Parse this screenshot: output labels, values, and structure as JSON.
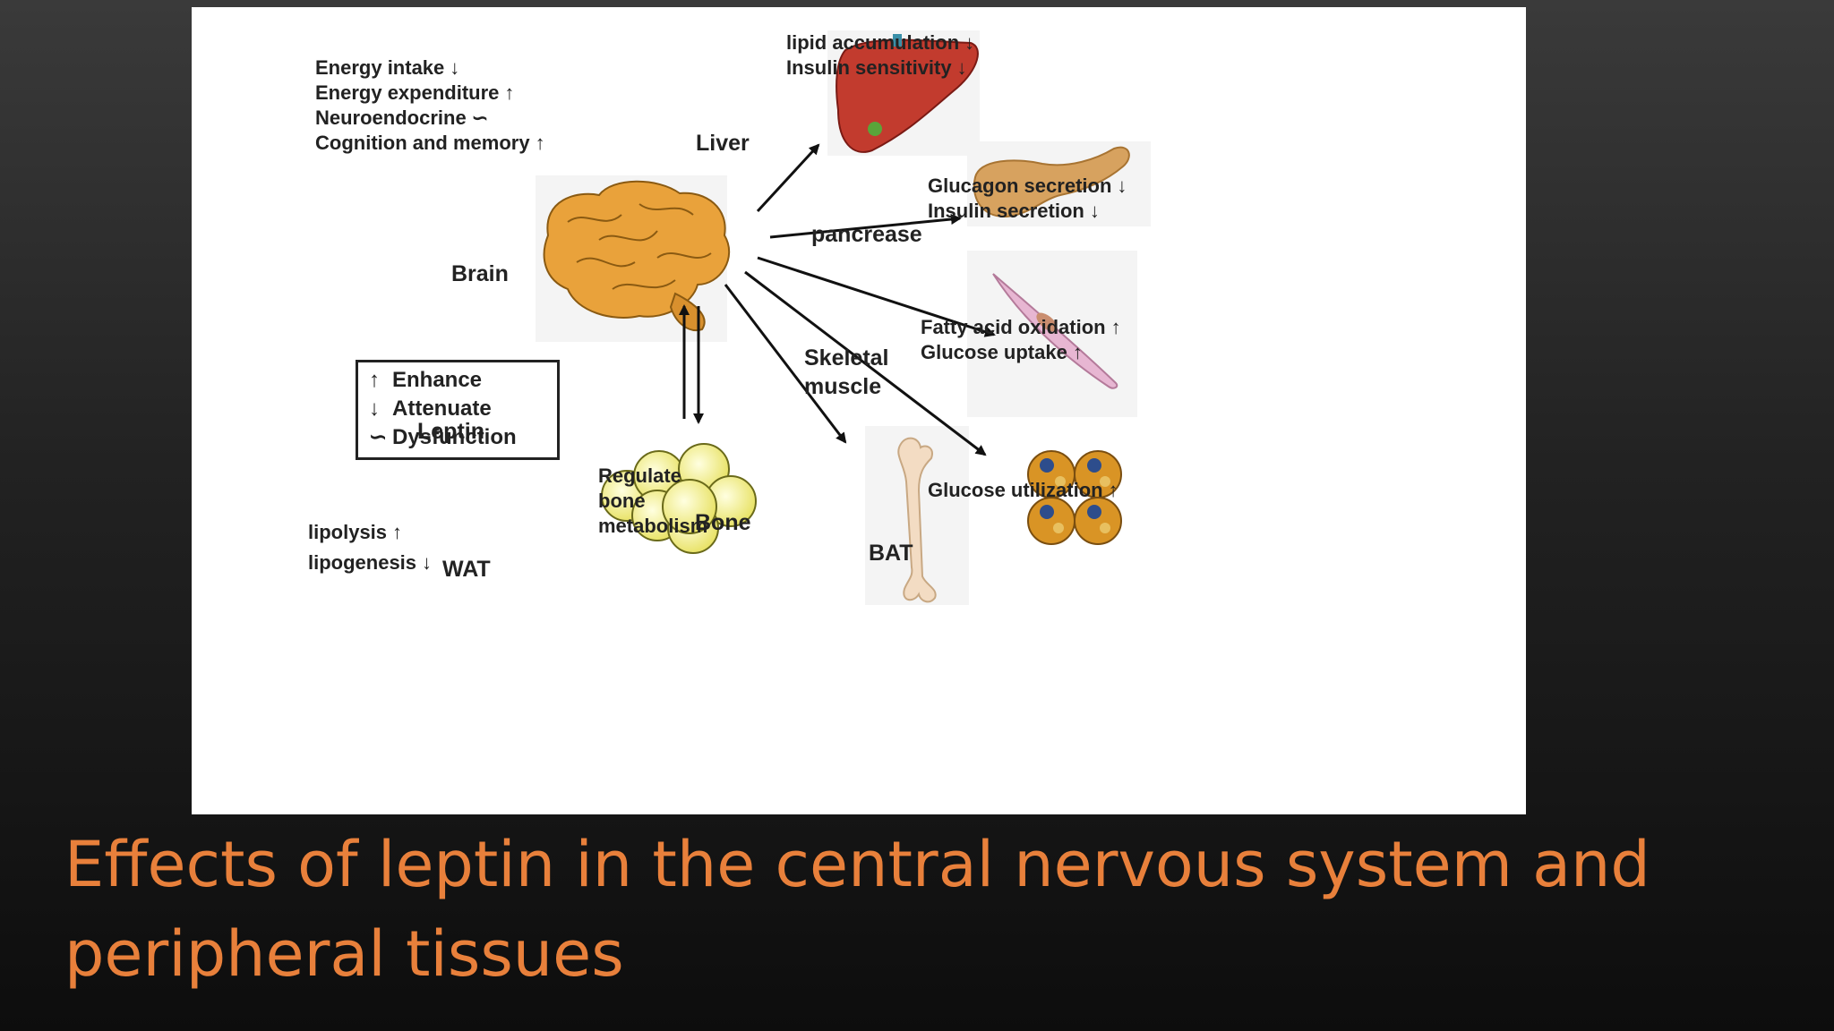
{
  "slide": {
    "title": "Effects of leptin in the central nervous system and peripheral tissues"
  },
  "diagram": {
    "brain": {
      "label": "Brain",
      "effects": [
        {
          "text": "Energy intake",
          "arrow": "↓"
        },
        {
          "text": "Energy expenditure",
          "arrow": "↑"
        },
        {
          "text": "Neuroendocrine",
          "arrow": "∽"
        },
        {
          "text": "Cognition and memory",
          "arrow": "↑"
        }
      ]
    },
    "liver": {
      "label": "Liver",
      "effects": [
        {
          "text": "lipid accumulation",
          "arrow": "↓"
        },
        {
          "text": "Insulin sensitivity",
          "arrow": "↓"
        }
      ]
    },
    "pancreas": {
      "label": "pancrease",
      "effects": [
        {
          "text": "Glucagon secretion",
          "arrow": "↓"
        },
        {
          "text": "Insulin secretion",
          "arrow": "↓"
        }
      ]
    },
    "muscle": {
      "label_line1": "Skeletal",
      "label_line2": "muscle",
      "effects": [
        {
          "text": "Fatty acid oxidation",
          "arrow": "↑"
        },
        {
          "text": "Glucose uptake",
          "arrow": "↑"
        }
      ]
    },
    "bat": {
      "label": "BAT",
      "effects": [
        {
          "text": "Glucose utilization",
          "arrow": "↑"
        }
      ]
    },
    "bone": {
      "label": "Bone",
      "effect_line1": "Regulate",
      "effect_line2": "bone",
      "effect_line3": "metabolism"
    },
    "wat": {
      "label": "WAT",
      "leptin_label": "Leptin",
      "effects": [
        {
          "text": "lipolysis",
          "arrow": "↑"
        },
        {
          "text": "lipogenesis",
          "arrow": "↓"
        }
      ]
    },
    "legend": {
      "enhance": {
        "symbol": "↑",
        "text": "Enhance"
      },
      "attenuate": {
        "symbol": "↓",
        "text": "Attenuate"
      },
      "dysfunction": {
        "symbol": "∽",
        "text": "Dysfunction"
      }
    },
    "colors": {
      "title": "#e8803b",
      "brain": "#e9a23b",
      "liver": "#c23b2e",
      "pancreas": "#d7a25f",
      "muscle": "#e7b6d2",
      "bat_cell": "#d99425",
      "bat_nucleus": "#2d4d8c",
      "wat_cell": "#f5f08a",
      "bone": "#f3dcc3"
    }
  }
}
